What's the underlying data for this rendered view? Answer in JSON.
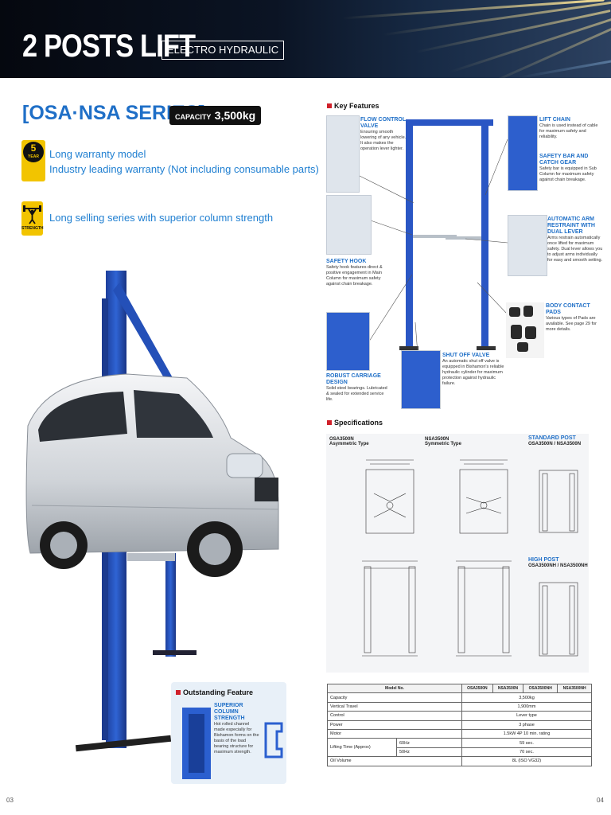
{
  "header": {
    "title": "2 POSTS LIFT",
    "subtitle": "ELECTRO HYDRAULIC"
  },
  "series": {
    "name": "[OSA·NSA SERIES]",
    "capacity_label": "CAPACITY",
    "capacity_value": "3,500kg"
  },
  "badges": {
    "warranty_badge_years": "5",
    "warranty_badge_unit": "YEAR",
    "strength_badge": "STRENGTH"
  },
  "features": [
    {
      "lines": [
        "Long warranty model",
        "Industry leading warranty (Not including consumable parts)"
      ]
    },
    {
      "lines": [
        "Long selling series with superior column strength"
      ]
    }
  ],
  "outstanding": {
    "heading": "Outstanding Feature",
    "title": "SUPERIOR COLUMN STRENGTH",
    "text": "Hot rolled channel made especially for Bishamon forms on the basis of the load bearing structure for maximum strength."
  },
  "key_features": {
    "heading": "Key Features",
    "items": [
      {
        "title": "FLOW CONTROL VALVE",
        "text": "Ensuring smooth lowering of any vehicle. It also makes the operation lever lighter."
      },
      {
        "title": "SAFETY HOOK",
        "text": "Safety hook features direct & positive engagement in Main Column for maximum safety against chain breakage."
      },
      {
        "title": "ROBUST CARRIAGE DESIGN",
        "text": "Solid steel bearings. Lubricated & sealed for extended service life."
      },
      {
        "title": "SHUT OFF VALVE",
        "text": "An automatic shut off valve is equipped in Bishamon's reliable hydraulic cylinder for maximum protection against hydraulic failure."
      },
      {
        "title": "LIFT CHAIN",
        "text": "Chain is used instead of cable for maximum safety and reliability."
      },
      {
        "title": "SAFETY BAR AND CATCH GEAR",
        "text": "Safety bar is equipped in Sub Column for maximum safety against chain breakage."
      },
      {
        "title": "AUTOMATIC ARM RESTRAINT WITH DUAL LEVER",
        "text": "Arms restrain automatically once lifted for maximum safety. Dual lever allows you to adjust arms individually for easy and smooth setting."
      },
      {
        "title": "BODY CONTACT PADS",
        "text": "Various types of Pads are available. See page 29 for more details."
      }
    ]
  },
  "specifications": {
    "heading": "Specifications",
    "asym_title": "OSA3500N",
    "asym_sub": "Asymmetric Type",
    "sym_title": "NSA3500N",
    "sym_sub": "Symmetric Type",
    "standard_post_title": "STANDARD POST",
    "standard_post_models": "OSA3500N / NSA3500N",
    "high_post_title": "HIGH POST",
    "high_post_models": "OSA3500NH / NSA3500NH"
  },
  "spec_table": {
    "header": [
      "Model No.",
      "OSA3500N",
      "NSA3500N",
      "OSA3500NH",
      "NSA3500NH"
    ],
    "rows": [
      {
        "label": "Capacity",
        "value": "3,500kg"
      },
      {
        "label": "Vertical Travel",
        "value": "1,900mm"
      },
      {
        "label": "Control",
        "value": "Lever type"
      },
      {
        "label": "Power",
        "value": "3 phase"
      },
      {
        "label": "Motor",
        "value": "1.5kW 4P 10 min. rating"
      }
    ],
    "lifting_label": "Lifting Time (Approx)",
    "lifting_rows": [
      {
        "freq": "60Hz",
        "value": "59 sec."
      },
      {
        "freq": "50Hz",
        "value": "70 sec."
      }
    ],
    "oil_label": "Oil Volume",
    "oil_value": "8L (ISO VG32)"
  },
  "pages": {
    "left": "03",
    "right": "04"
  }
}
